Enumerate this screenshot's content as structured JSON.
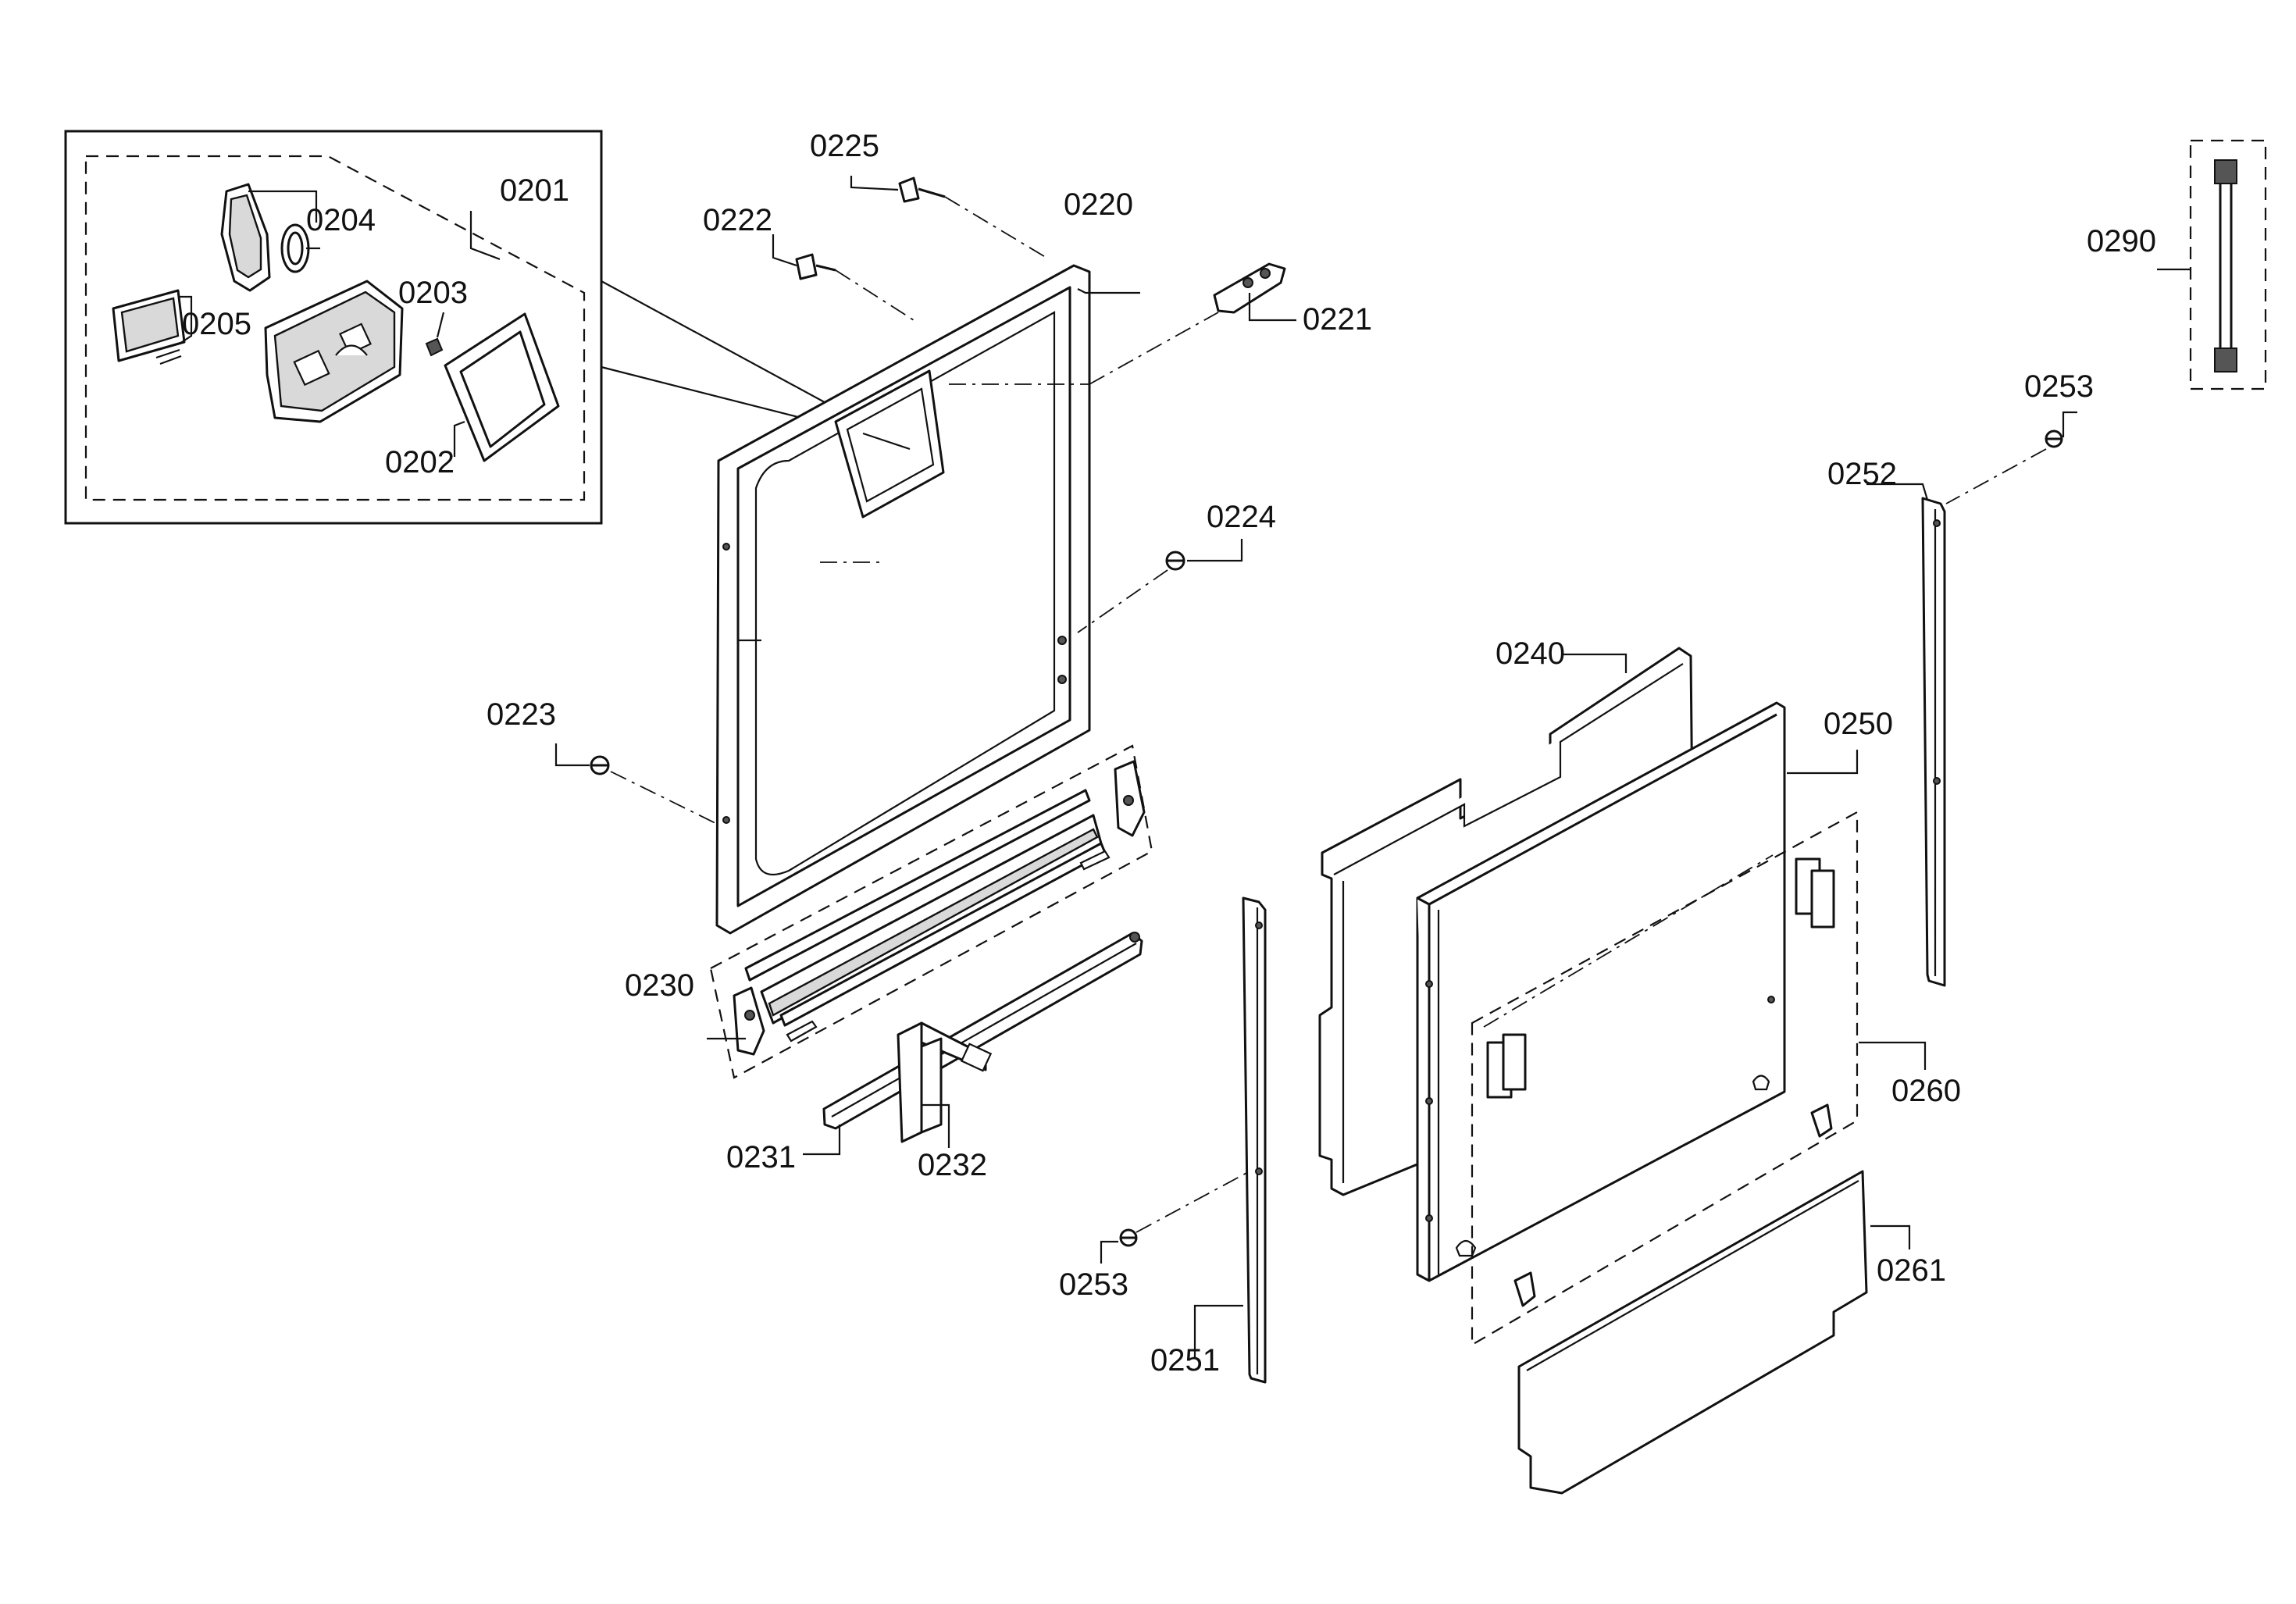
{
  "diagram": {
    "part_labels": {
      "p0201": "0201",
      "p0202": "0202",
      "p0203": "0203",
      "p0204": "0204",
      "p0205": "0205",
      "p0220": "0220",
      "p0221": "0221",
      "p0222": "0222",
      "p0223": "0223",
      "p0224": "0224",
      "p0225": "0225",
      "p0230": "0230",
      "p0231": "0231",
      "p0232": "0232",
      "p0240": "0240",
      "p0250": "0250",
      "p0251": "0251",
      "p0252": "0252",
      "p0253a": "0253",
      "p0253b": "0253",
      "p0260": "0260",
      "p0261": "0261",
      "p0290": "0290"
    }
  }
}
